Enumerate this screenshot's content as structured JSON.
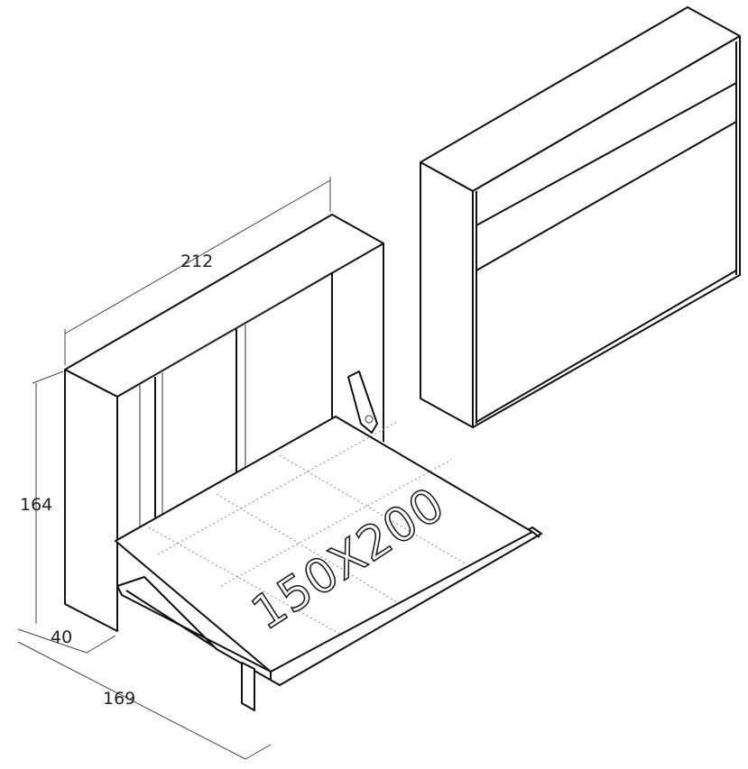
{
  "dimensions": {
    "width": "212",
    "height": "164",
    "depth_closed": "40",
    "depth_open": "169"
  },
  "mattress_label": "150X200"
}
